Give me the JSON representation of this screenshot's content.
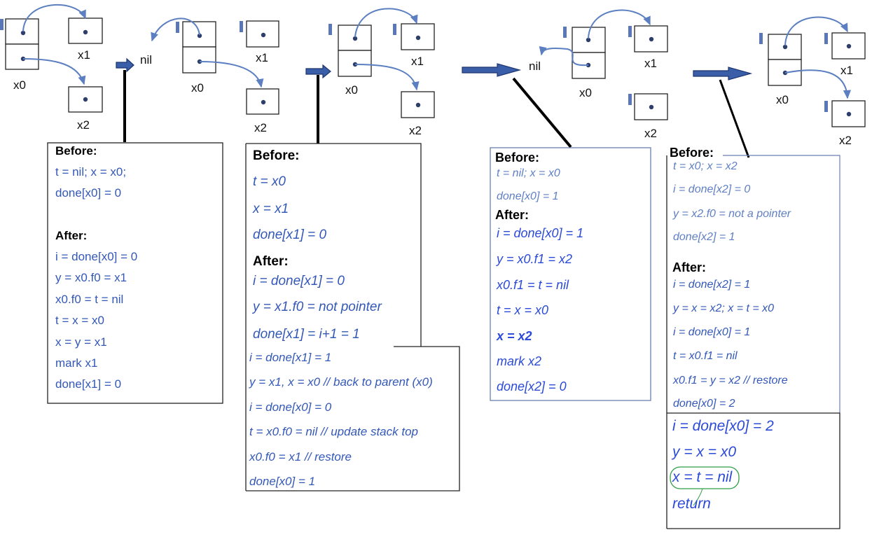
{
  "node_labels": {
    "x0": "x0",
    "x1": "x1",
    "x2": "x2",
    "nil": "nil"
  },
  "panel1": {
    "before_heading": "Before:",
    "before_lines": [
      "t = nil; x = x0;",
      "done[x0] = 0"
    ],
    "after_heading": "After:",
    "after_lines": [
      "i = done[x0] = 0",
      "y = x0.f0 = x1",
      "x0.f0 = t = nil",
      "t = x = x0",
      "x = y = x1",
      "mark x1",
      "done[x1] = 0"
    ]
  },
  "panel2": {
    "before_heading": "Before:",
    "before_lines": [
      "t = x0",
      "x = x1",
      "done[x1] = 0"
    ],
    "after_heading": "After:",
    "after_lines": [
      "i = done[x1] = 0",
      "y = x1.f0 = not pointer",
      "done[x1] = i+1 = 1"
    ],
    "continued_lines": [
      "i = done[x1] = 1",
      "y = x1, x = x0 // back to parent (x0)",
      "i = done[x0] = 0",
      "t = x0.f0 = nil // update stack top",
      "x0.f0 = x1 // restore",
      "done[x0] = 1"
    ]
  },
  "panel3": {
    "before_heading": "Before:",
    "before_lines": [
      "t = nil; x = x0",
      "done[x0] = 1"
    ],
    "after_heading": "After:",
    "after_lines": [
      "i = done[x0] = 1",
      "y = x0.f1 = x2",
      "x0.f1 = t = nil",
      "t = x = x0",
      "x = x2",
      "mark x2",
      "done[x2] = 0"
    ]
  },
  "panel4": {
    "before_heading": "Before:",
    "before_lines": [
      "t = x0; x = x2",
      "i = done[x2] = 0",
      "y = x2.f0 = not a pointer",
      "done[x2] = 1"
    ],
    "after_heading": "After:",
    "after_lines": [
      "i = done[x2] = 1",
      "y = x = x2; x = t = x0",
      "i = done[x0] = 1",
      "t = x0.f1 = nil",
      "x0.f1 = y = x2 // restore",
      "done[x0] = 2"
    ],
    "continued_lines": [
      "i = done[x0] = 2",
      "y = x = x0",
      "x = t = nil",
      "return"
    ]
  },
  "colors": {
    "node_border": "#222222",
    "pointer_arrow": "#5b7fc0",
    "mark_tab": "#5a78b8",
    "transition_arrow": "#3a5ea8",
    "text_blue": "#3358b8",
    "text_light_blue": "#5f7fc4",
    "text_bright_blue": "#2b4ad8",
    "highlight_ring": "#2f9e44"
  }
}
